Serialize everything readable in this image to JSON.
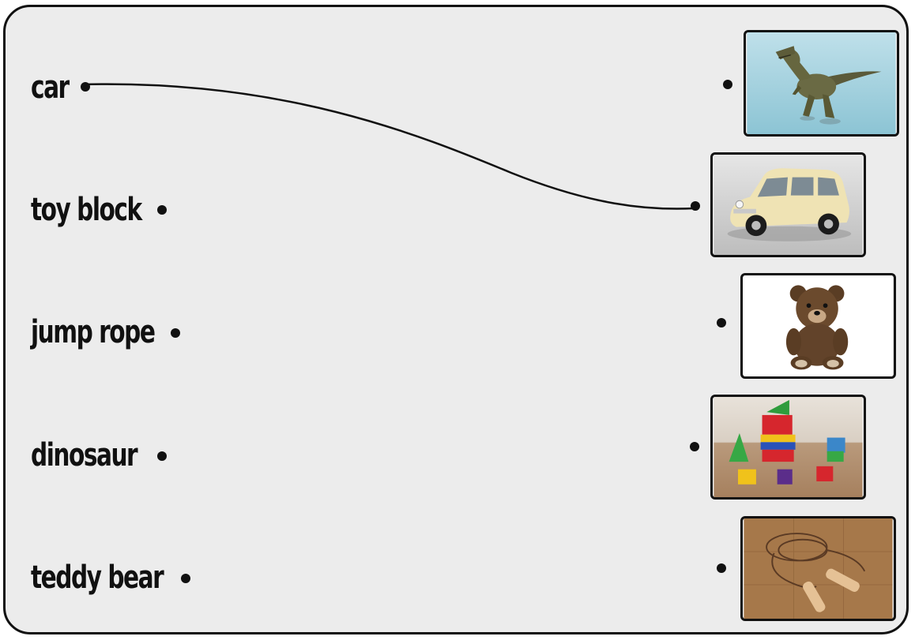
{
  "words": [
    {
      "id": "car",
      "label": "car"
    },
    {
      "id": "toy-block",
      "label": "toy block"
    },
    {
      "id": "jump-rope",
      "label": "jump rope"
    },
    {
      "id": "dinosaur",
      "label": "dinosaur"
    },
    {
      "id": "teddy-bear",
      "label": "teddy bear"
    }
  ],
  "pictures": [
    {
      "id": "dinosaur",
      "icon": "dinosaur-picture"
    },
    {
      "id": "car",
      "icon": "car-picture"
    },
    {
      "id": "teddy-bear",
      "icon": "teddy-bear-picture"
    },
    {
      "id": "toy-block",
      "icon": "toy-blocks-picture"
    },
    {
      "id": "jump-rope",
      "icon": "jump-rope-picture"
    }
  ],
  "connections": [
    {
      "from": "car",
      "to": "car"
    }
  ],
  "colors": {
    "board_background": "#ececec",
    "outline": "#111111"
  }
}
